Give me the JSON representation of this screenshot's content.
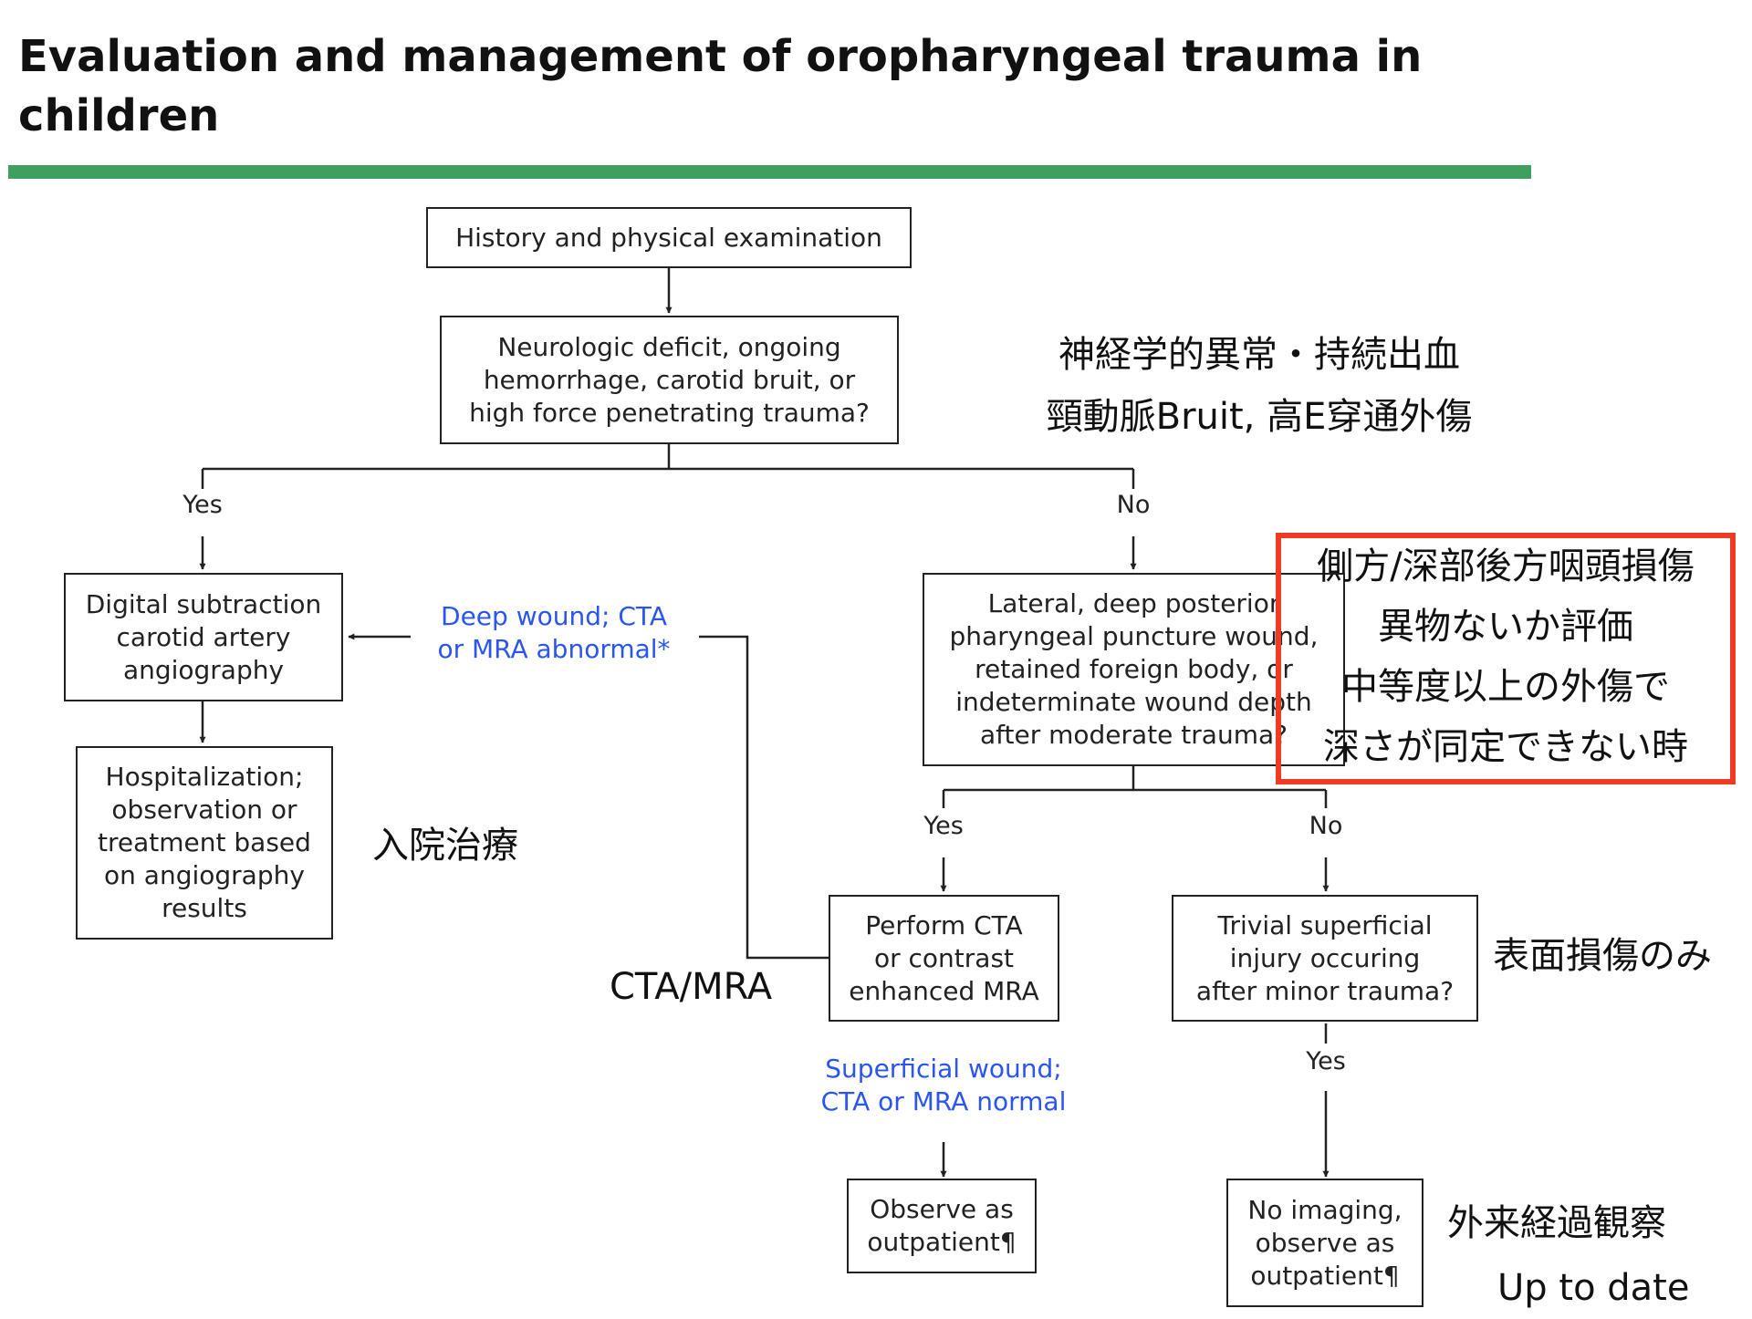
{
  "title": "Evaluation and management of oropharyngeal trauma in children",
  "colors": {
    "rule": "#3f9f5f",
    "blue_text": "#2a55ee",
    "highlight": "#ee3b24"
  },
  "flowchart": {
    "history": "History and physical examination",
    "neuro_question": "Neurologic deficit, ongoing\nhemorrhage, carotid bruit, or\nhigh force penetrating trauma?",
    "dsa": "Digital subtraction\ncarotid artery\nangiography",
    "hospitalization": "Hospitalization;\nobservation or\ntreatment based\non angiography\nresults",
    "lateral_question": "Lateral, deep posterior\npharyngeal puncture wound,\nretained foreign body, or\nindeterminate wound depth\nafter moderate trauma?",
    "perform_cta": "Perform CTA\nor contrast\nenhanced MRA",
    "trivial_question": "Trivial superficial\ninjury occuring\nafter minor trauma?",
    "observe_outpatient": "Observe as\noutpatient¶",
    "no_imaging": "No imaging,\nobserve as\noutpatient¶",
    "deep_wound": "Deep wound; CTA\nor MRA abnormal*",
    "superficial_wound": "Superficial wound;\nCTA or MRA normal",
    "yes": "Yes",
    "no": "No"
  },
  "annotations": {
    "neuro_jp": "神経学的異常・持続出血\n頸動脈Bruit, 高E穿通外傷",
    "lateral_jp": "側方/深部後方咽頭損傷\n異物ないか評価\n中等度以上の外傷で\n深さが同定できない時",
    "hospital_jp": "入院治療",
    "cta_mra": "CTA/MRA",
    "superficial_jp": "表面損傷のみ",
    "outpatient_jp": "外来経過観察",
    "source": "Up to date"
  }
}
